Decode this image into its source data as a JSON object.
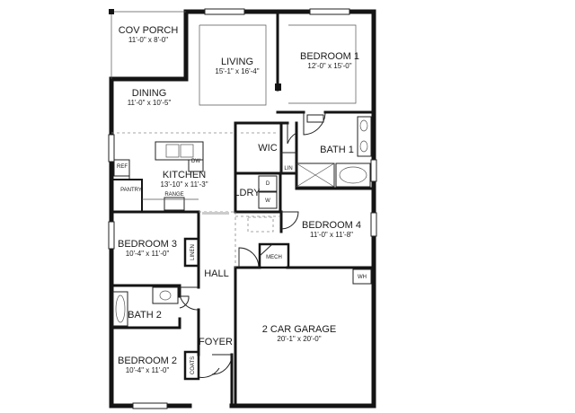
{
  "rooms": {
    "cov_porch": {
      "name": "COV PORCH",
      "dims": "11'-0\" x 8'-0\""
    },
    "living": {
      "name": "LIVING",
      "dims": "15'-1\" x 16'-4\""
    },
    "bedroom1": {
      "name": "BEDROOM 1",
      "dims": "12'-0\" x 15'-0\""
    },
    "dining": {
      "name": "DINING",
      "dims": "11'-0\" x 10'-5\""
    },
    "wic": {
      "name": "WIC"
    },
    "bath1": {
      "name": "BATH 1"
    },
    "kitchen": {
      "name": "KITCHEN",
      "dims": "13'-10\" x 11'-3\""
    },
    "ldry": {
      "name": "LDRY"
    },
    "bedroom4": {
      "name": "BEDROOM 4",
      "dims": "11'-0\" x 11'-8\""
    },
    "bedroom3": {
      "name": "BEDROOM 3",
      "dims": "10'-4\" x 11'-0\""
    },
    "hall": {
      "name": "HALL"
    },
    "bath2": {
      "name": "BATH 2"
    },
    "garage": {
      "name": "2 CAR GARAGE",
      "dims": "20'-1\" x 20'-0\""
    },
    "foyer": {
      "name": "FOYER"
    },
    "bedroom2": {
      "name": "BEDROOM 2",
      "dims": "10'-4\" x 11'-0\""
    }
  },
  "fixtures": {
    "dw": "DW",
    "ref": "REF",
    "pantry": "PANTRY",
    "range": "RANGE",
    "lin_bath": "LIN",
    "dryer": "D",
    "washer": "W",
    "linen": "LINEN",
    "mech": "MECH",
    "wh": "WH",
    "coats": "COATS"
  }
}
